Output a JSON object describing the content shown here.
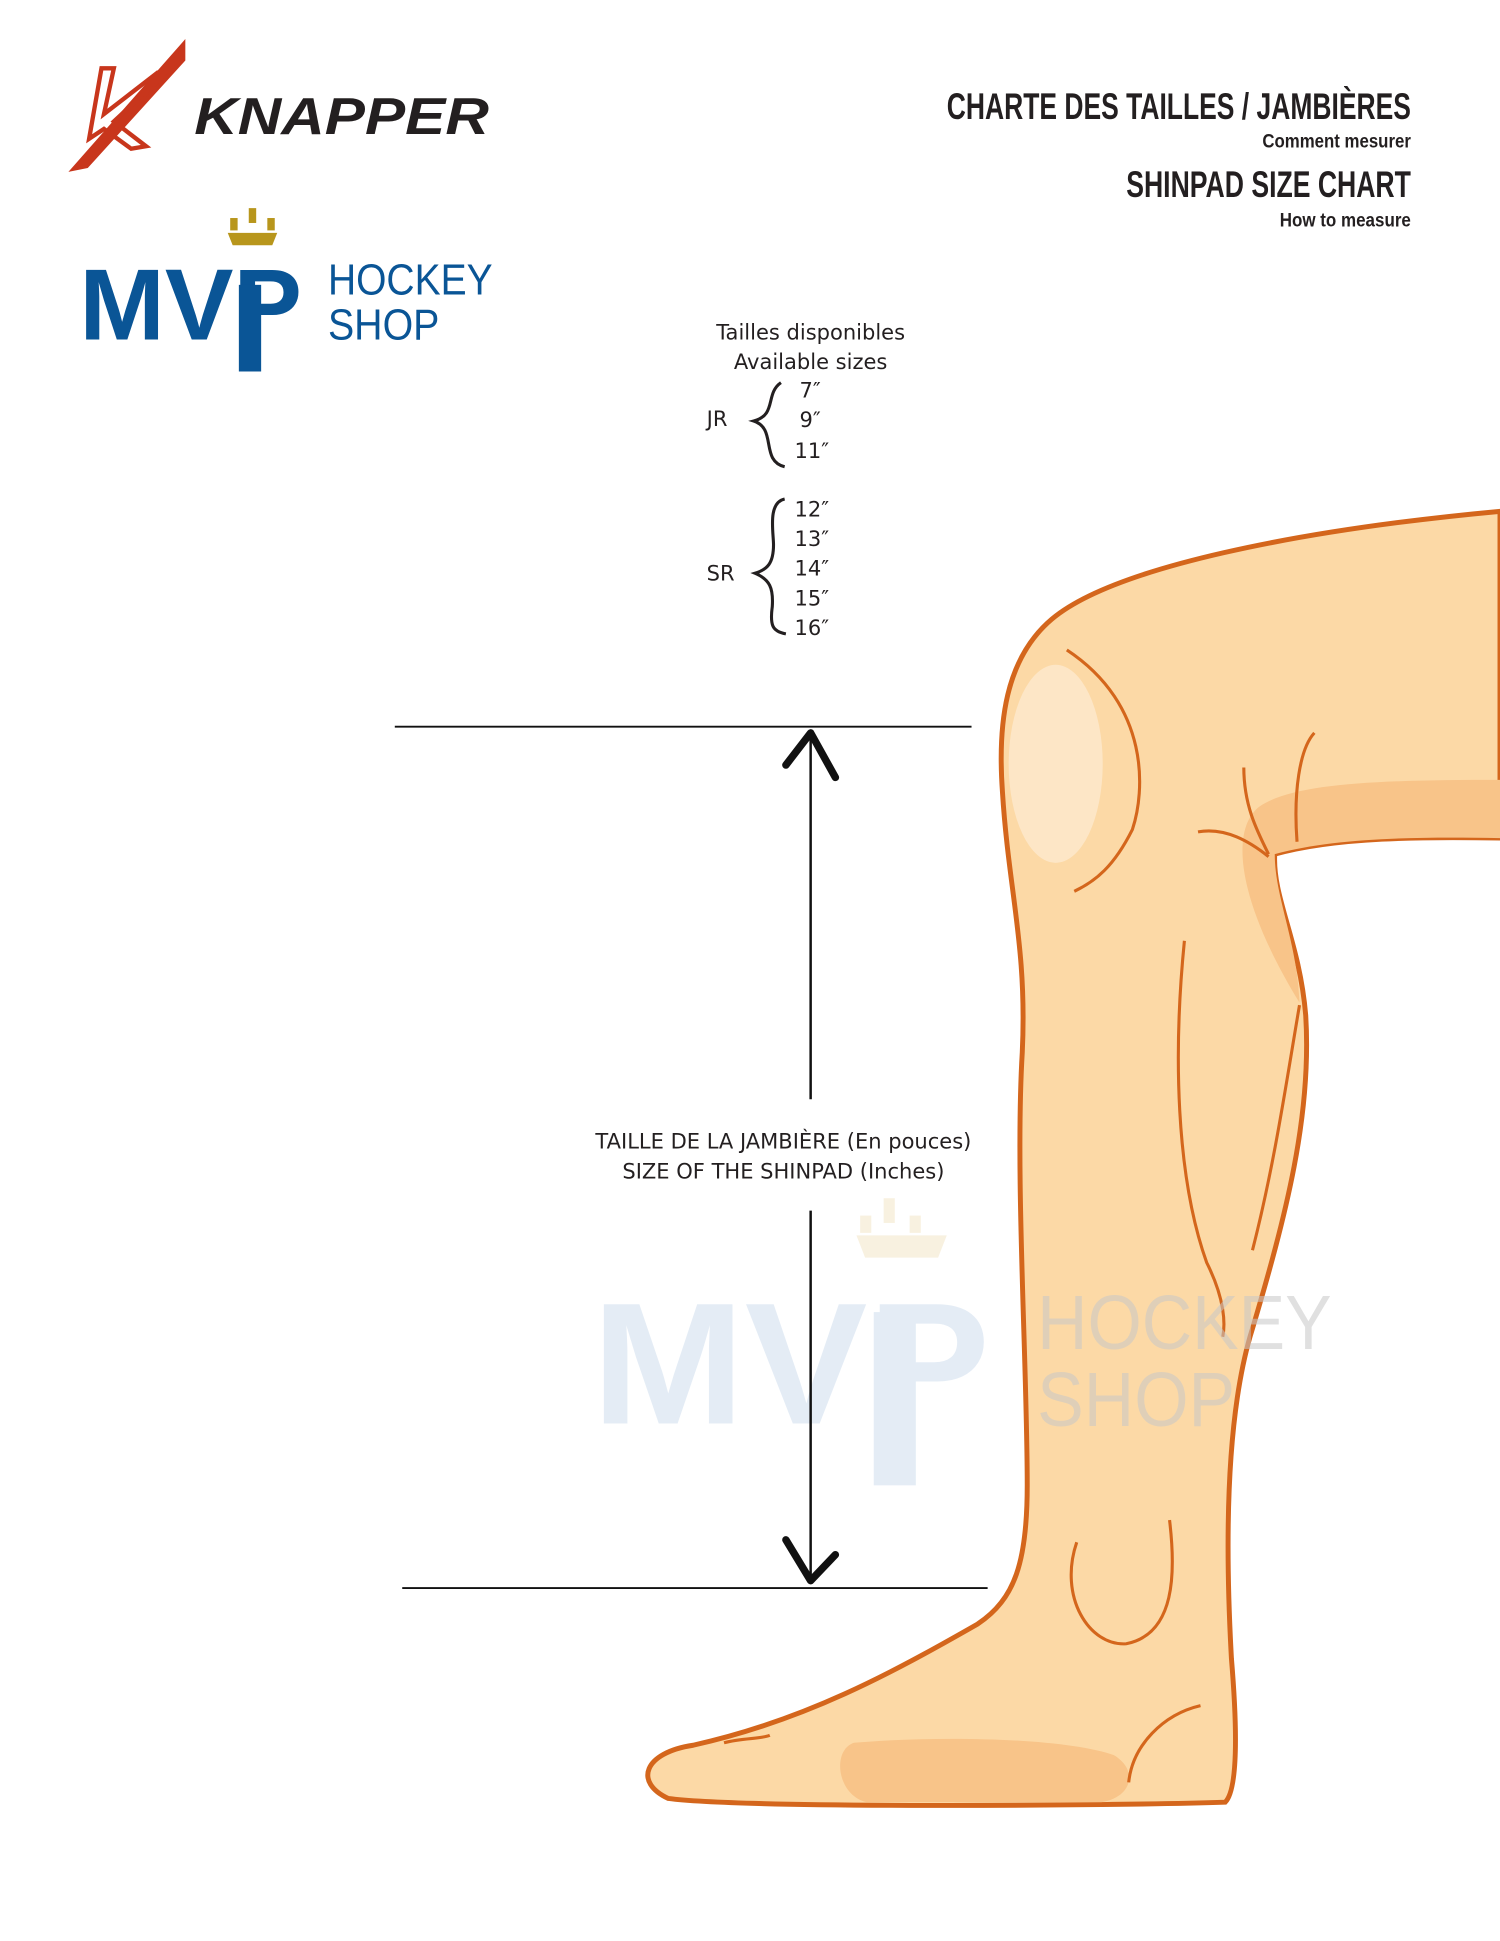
{
  "brand": {
    "knapper": "KNAPPER",
    "mvp_mark": "MVP",
    "mvp_hockey": "HOCKEY",
    "mvp_shop": "SHOP"
  },
  "header": {
    "title_fr": "CHARTE DES TAILLES / JAMBIÈRES",
    "subtitle_fr": "Comment mesurer",
    "title_en": "SHINPAD SIZE CHART",
    "subtitle_en": "How to measure"
  },
  "sizes": {
    "heading_fr": "Tailles disponibles",
    "heading_en": "Available sizes",
    "groups": [
      {
        "label": "JR",
        "values": [
          "7″",
          "9″",
          "11″"
        ]
      },
      {
        "label": "SR",
        "values": [
          "12″",
          "13″",
          "14″",
          "15″",
          "16″"
        ]
      }
    ]
  },
  "measure": {
    "label_fr": "TAILLE DE LA JAMBIÈRE (En pouces)",
    "label_en": "SIZE OF THE SHINPAD (Inches)"
  },
  "colors": {
    "mvp_blue": "#0a5596",
    "crown_gold": "#b8961c",
    "knapper_red": "#c8361c",
    "skin": "#fcd9a6",
    "skin_shadow": "#f8c489",
    "outline": "#d4661c"
  }
}
